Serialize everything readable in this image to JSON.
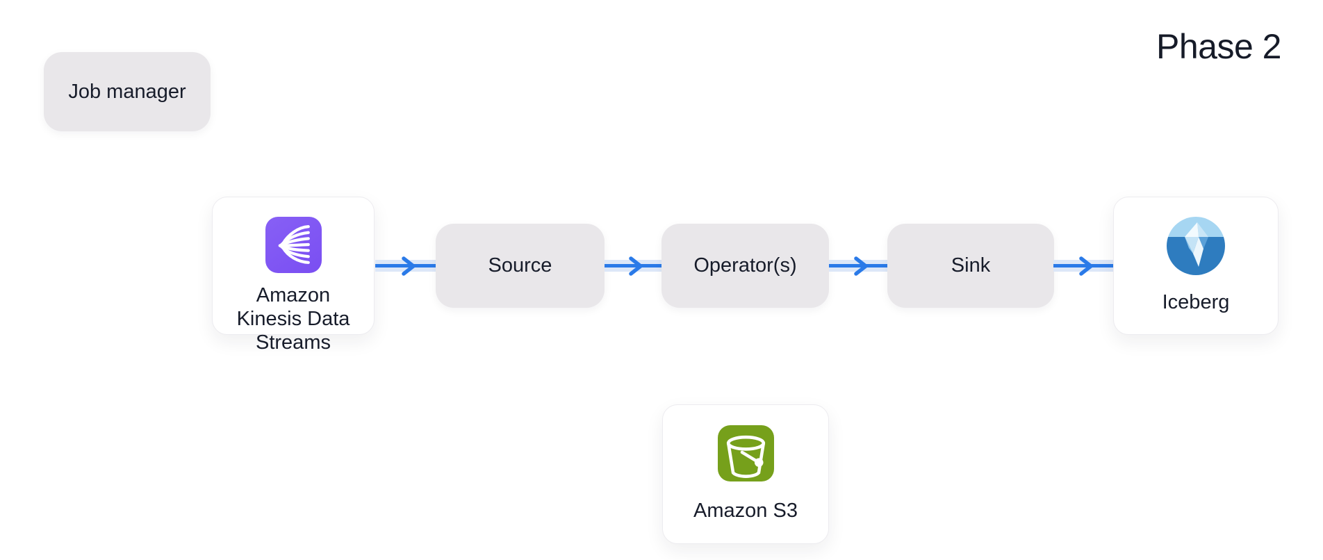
{
  "header": {
    "phase_label": "Phase 2"
  },
  "job_manager": {
    "label": "Job manager"
  },
  "flow": {
    "input": {
      "label": "Amazon Kinesis Data Streams",
      "icon": "kinesis-icon"
    },
    "stages": [
      {
        "label": "Source"
      },
      {
        "label": "Operator(s)"
      },
      {
        "label": "Sink"
      }
    ],
    "output": {
      "label": "Iceberg",
      "icon": "iceberg-icon"
    }
  },
  "storage": {
    "label": "Amazon S3",
    "icon": "s3-icon"
  },
  "colors": {
    "background": "#FFFFFF",
    "node_gray": "#E9E7EA",
    "text_dark": "#171C2A",
    "arrow_line": "#2A7AE8",
    "arrow_band": "#DCE7F8",
    "kinesis_purple": "#7E57F3",
    "s3_green": "#76A01B",
    "iceberg_sky": "#A6D6F2",
    "iceberg_water": "#2E7CBF"
  }
}
